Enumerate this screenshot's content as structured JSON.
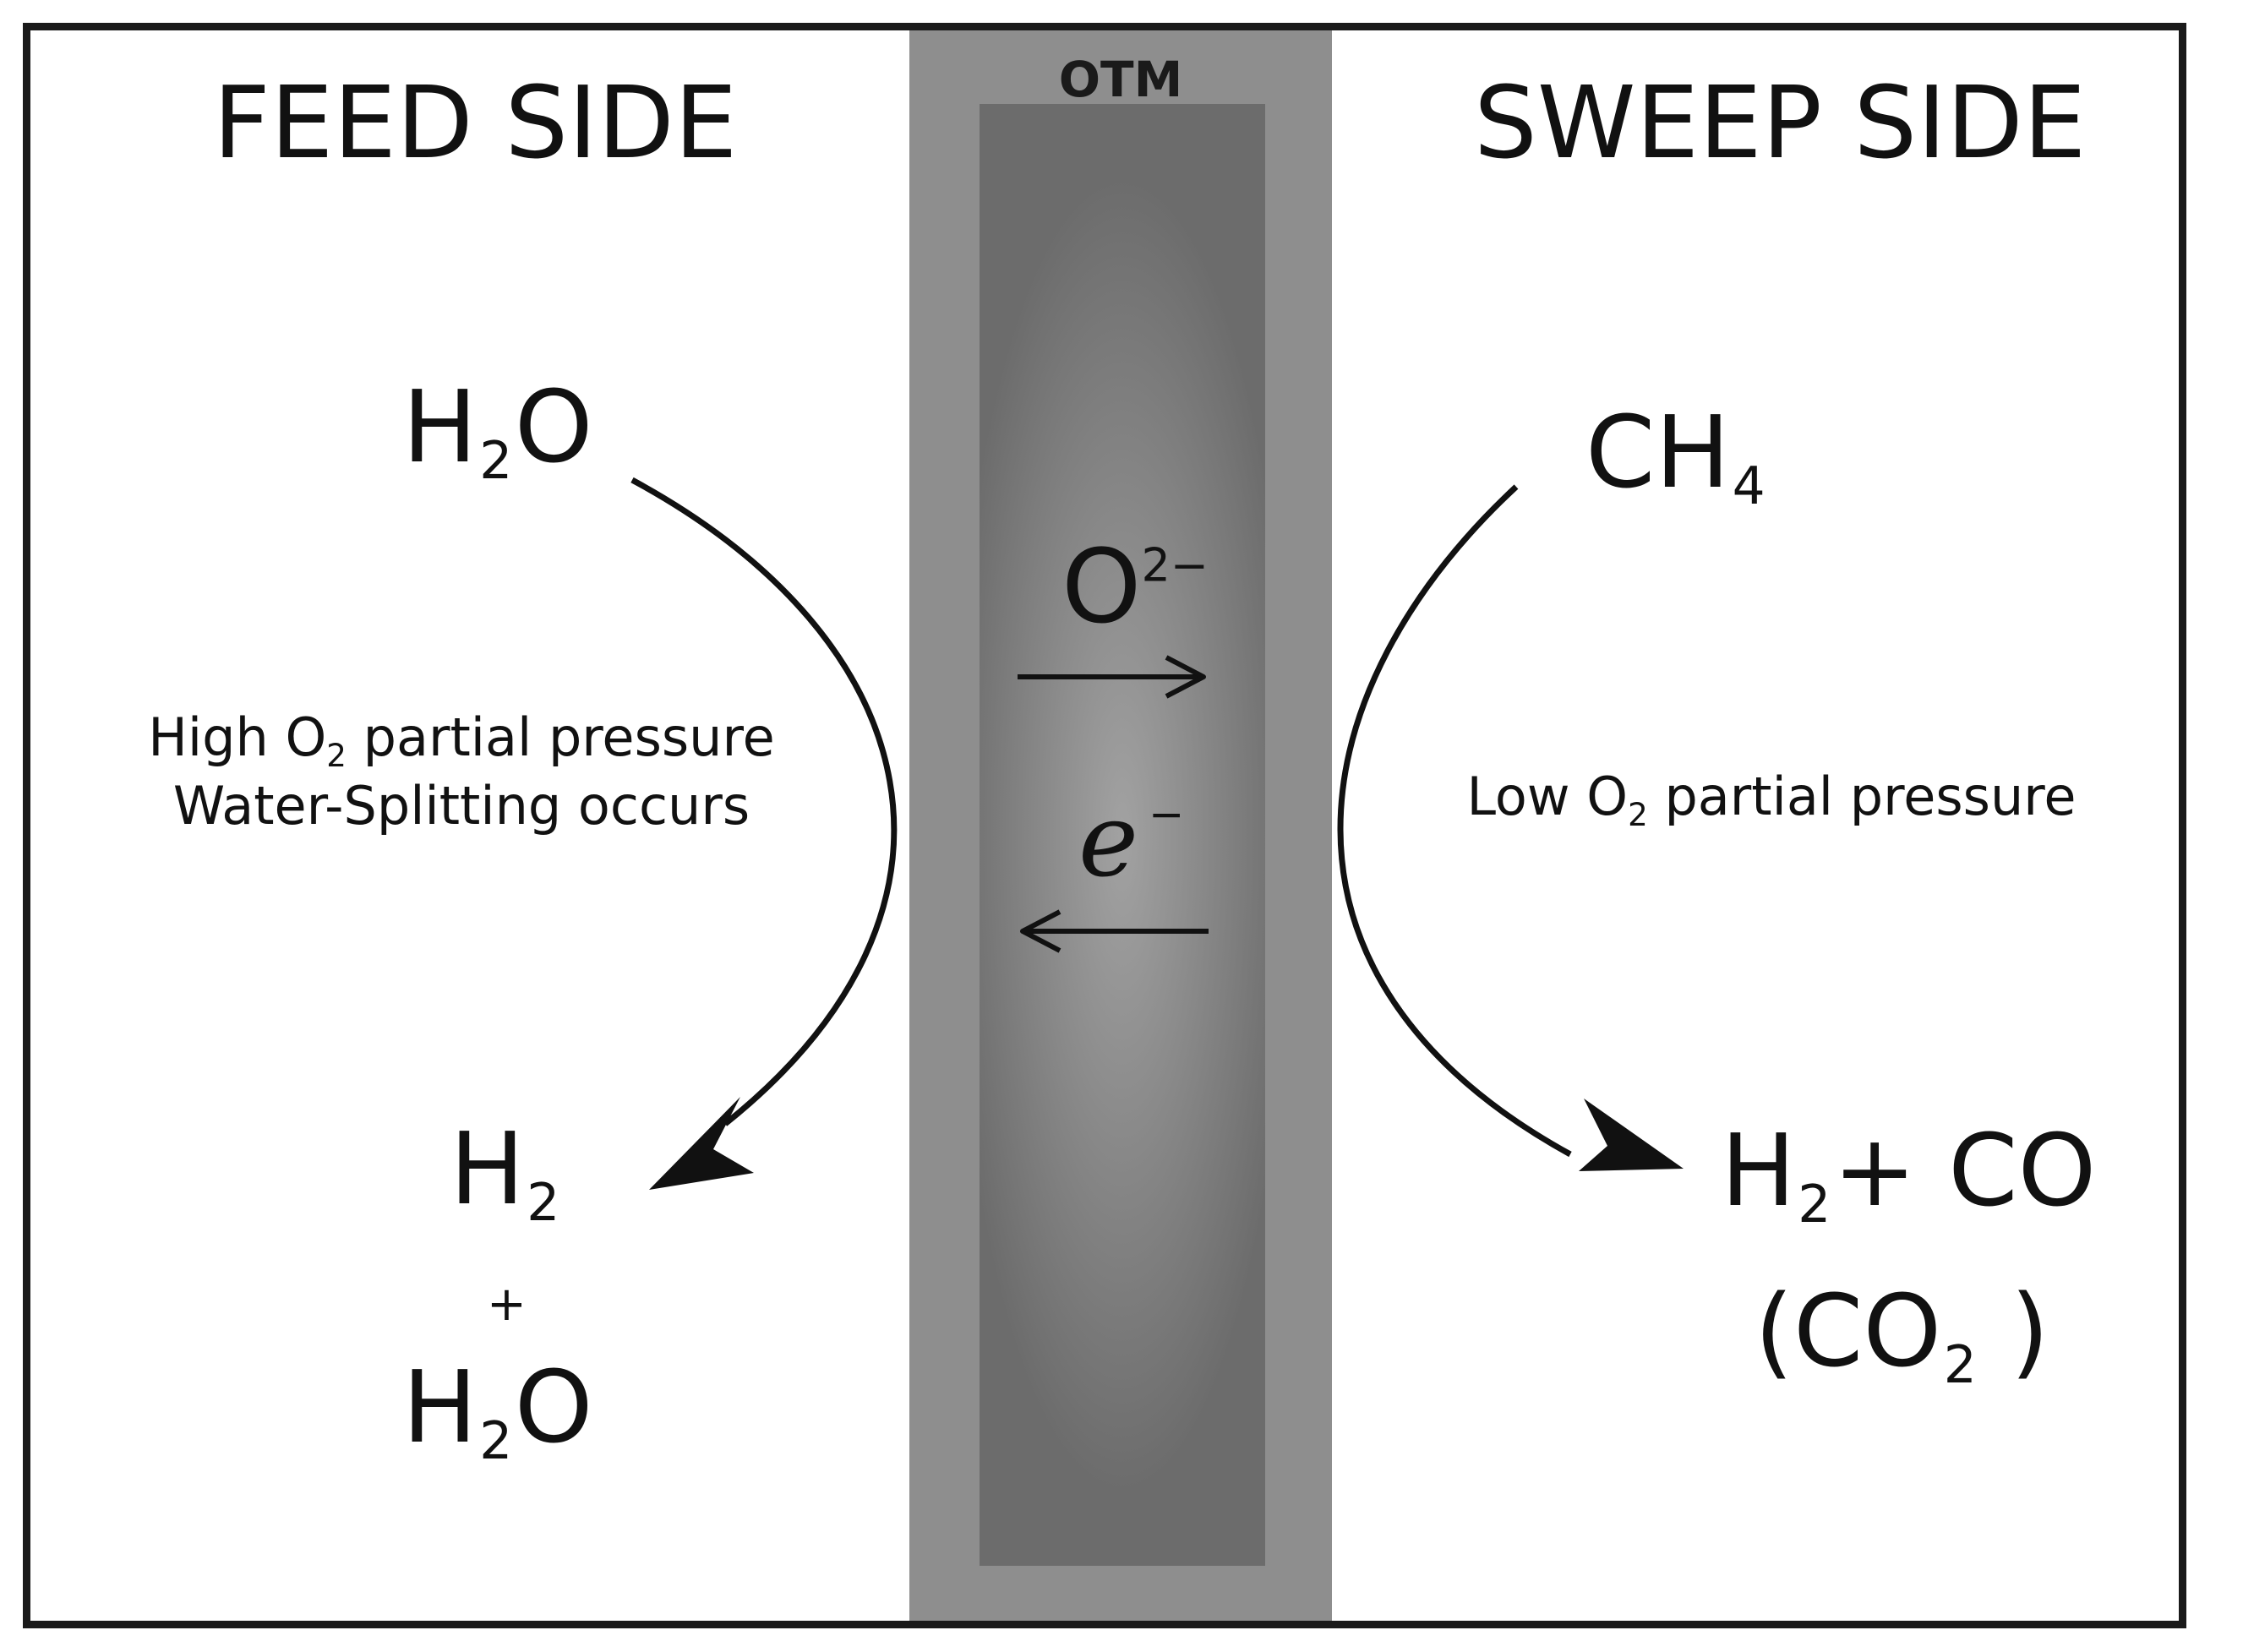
{
  "titles": {
    "feed_side": "FEED SIDE",
    "sweep_side": "SWEEP SIDE",
    "membrane": "OTM"
  },
  "feed": {
    "reactant": {
      "base": "H",
      "sub": "2",
      "tail": "O"
    },
    "product_top": {
      "base": "H",
      "sub": "2"
    },
    "plus": "+",
    "product_bottom": {
      "base": "H",
      "sub": "2",
      "tail": "O"
    },
    "note_line1_pre": "High O",
    "note_line1_sub": "2",
    "note_line1_post": " partial pressure",
    "note_line2": "Water-Splitting occurs"
  },
  "sweep": {
    "reactant": {
      "base": "CH",
      "sub": "4"
    },
    "product_line1": {
      "base": "H",
      "sub": "2",
      "rest": "+ CO"
    },
    "product_line2": {
      "pre": "(CO",
      "sub": "2",
      "post": " )"
    },
    "note_pre": "Low  O",
    "note_sub": "2",
    "note_post": " partial pressure"
  },
  "transport": {
    "oxygen_ion": {
      "base": "O",
      "charge": "2−"
    },
    "electron": {
      "base": "e",
      "charge": "−"
    }
  },
  "colors": {
    "frame": "#1a1a1a",
    "membrane_outer": "#8e8e8e",
    "membrane_inner": "#6c6c6c",
    "text": "#111111"
  }
}
